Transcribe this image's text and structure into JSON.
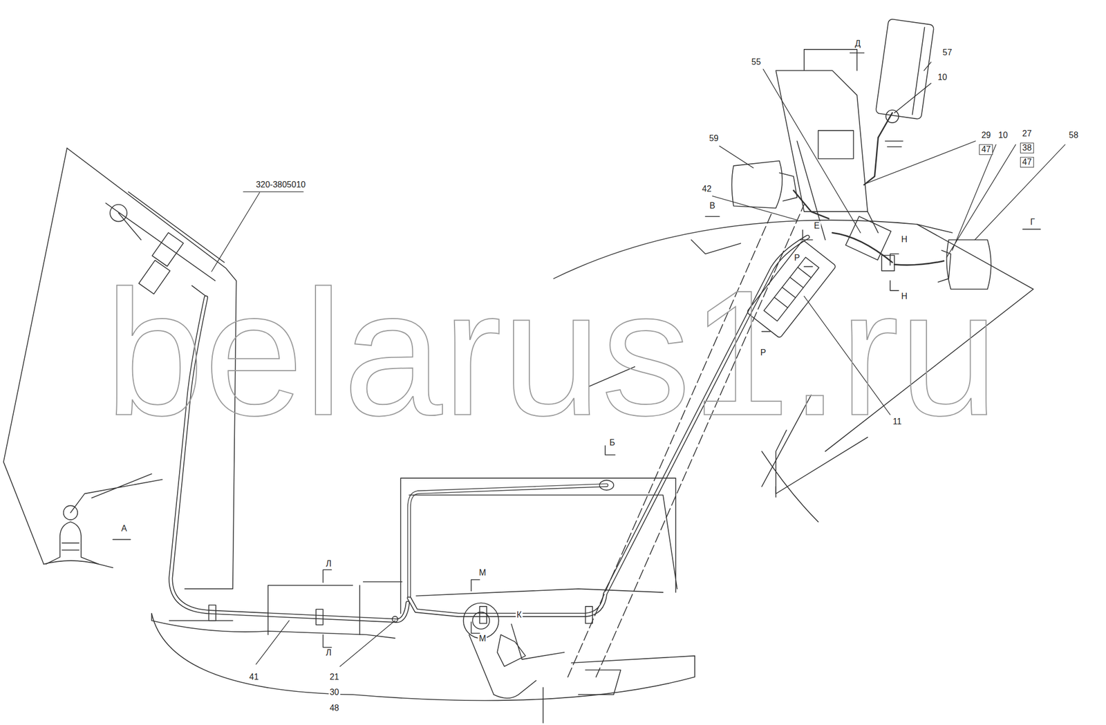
{
  "diagram": {
    "labels": [
      "320-3805010",
      "belarus1.ru",
      "41",
      "21",
      "30",
      "48",
      "Л",
      "Л",
      "М",
      "М",
      "К",
      "Б",
      "А",
      "В",
      "Е",
      "59",
      "42",
      "55",
      "Д",
      "57",
      "10",
      "29",
      "47",
      "10",
      "27",
      "38",
      "47",
      "58",
      "Г",
      "Н",
      "Н",
      "Р",
      "Р",
      "11"
    ]
  }
}
